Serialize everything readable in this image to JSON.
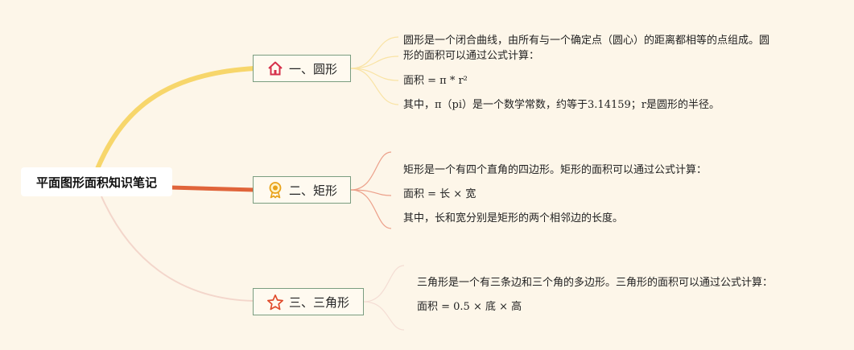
{
  "root": {
    "title": "平面图形面积知识笔记"
  },
  "branches": [
    {
      "label": "一、圆形",
      "icon": "house-icon",
      "color": "#f7d66b",
      "leaves": [
        "圆形是一个闭合曲线，由所有与一个确定点（圆心）的距离都相等的点组成。圆",
        "形的面积可以通过公式计算：",
        "面积 = π * r²",
        "其中，π（pi）是一个数学常数，约等于3.14159；r是圆形的半径。"
      ]
    },
    {
      "label": "二、矩形",
      "icon": "award-ribbon-icon",
      "color": "#e0643a",
      "leaves": [
        "矩形是一个有四个直角的四边形。矩形的面积可以通过公式计算：",
        "面积 = 长 × 宽",
        "其中，长和宽分别是矩形的两个相邻边的长度。"
      ]
    },
    {
      "label": "三、三角形",
      "icon": "star-icon",
      "color": "#f1d2c6",
      "leaves": [
        "三角形是一个有三条边和三个角的多边形。三角形的面积可以通过公式计算：",
        "面积 = 0.5 × 底 × 高"
      ]
    }
  ]
}
